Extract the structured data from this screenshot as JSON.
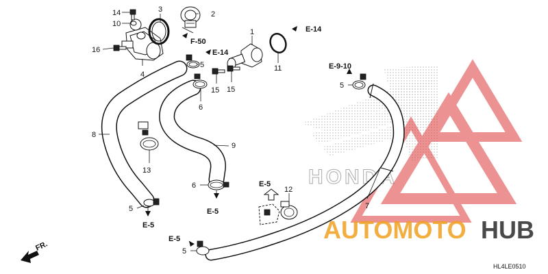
{
  "diagram_code": "HL4LE0510",
  "front_label": "FR.",
  "watermark": {
    "text_left": "AUTOMOTO",
    "text_right": "HUB",
    "brand_text": "HONDA",
    "color_orange": "#f0a020",
    "color_dark": "#2a2a2a",
    "color_red": "#e03a3a"
  },
  "part_numbers": {
    "p1": "1",
    "p2": "2",
    "p3": "3",
    "p4": "4",
    "p5a": "5",
    "p5b": "5",
    "p5c": "5",
    "p5d": "5",
    "p6a": "6",
    "p6b": "6",
    "p7": "7",
    "p8": "8",
    "p9": "9",
    "p10": "10",
    "p11": "11",
    "p12": "12",
    "p13": "13",
    "p14": "14",
    "p15a": "15",
    "p15b": "15",
    "p16": "16"
  },
  "references": {
    "f50": "F-50",
    "e14a": "E-14",
    "e14b": "E-14",
    "e910": "E-9-10",
    "e5a": "E-5",
    "e5b": "E-5",
    "e5c": "E-5",
    "e5d": "E-5"
  }
}
